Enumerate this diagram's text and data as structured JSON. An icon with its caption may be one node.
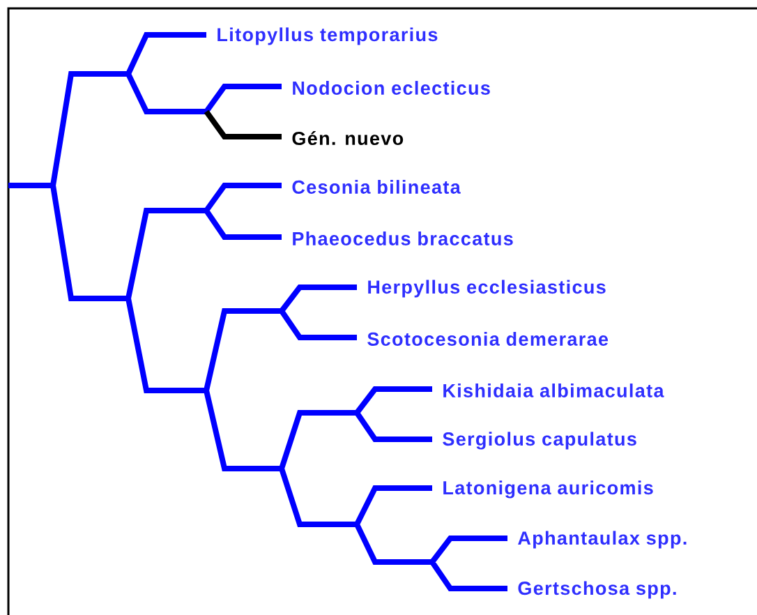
{
  "diagram": {
    "nodes": [
      {
        "text": [
          "Litopyllus temporarius"
        ]
      },
      {
        "text": [
          "Nodocion eclecticus"
        ]
      },
      {
        "text": [
          "Gén. nuevo"
        ]
      },
      {
        "text": [
          "Cesonia bilineata"
        ]
      },
      {
        "text": [
          "Phaeocedus braccatus"
        ]
      },
      {
        "text": [
          "Herpyllus ecclesiasticus"
        ]
      },
      {
        "text": [
          "Scotocesonia demerarae"
        ]
      },
      {
        "text": [
          "Kishidaia albimaculata"
        ]
      },
      {
        "text": [
          "Sergiolus capulatus"
        ]
      },
      {
        "text": [
          "Latonigena auricomis"
        ]
      },
      {
        "text": [
          "Aphantaulax spp."
        ]
      },
      {
        "text": [
          "Gertschosa spp."
        ]
      }
    ]
  }
}
